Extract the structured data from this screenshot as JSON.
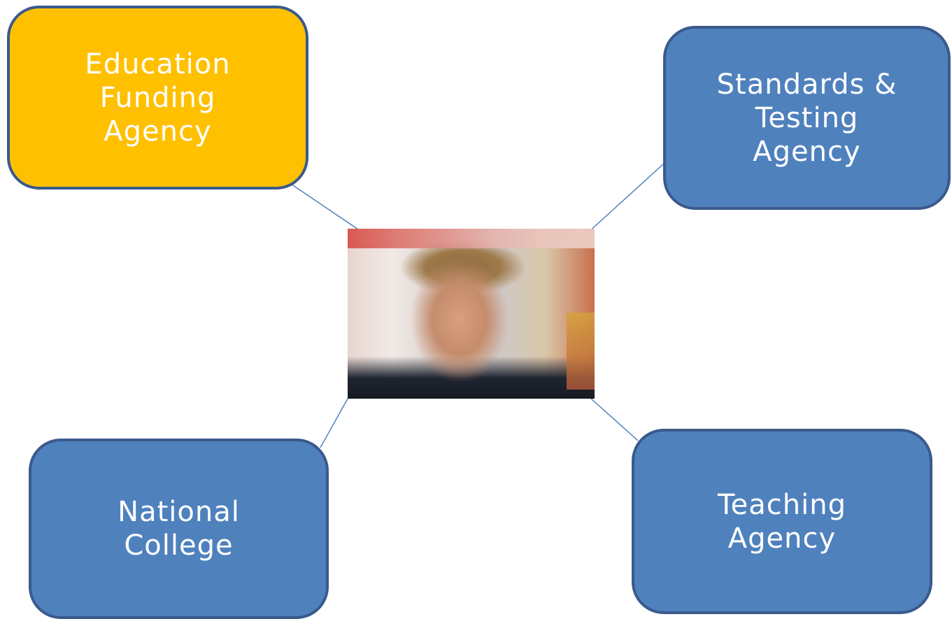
{
  "colors": {
    "primary_box_fill": "#4f81bd",
    "highlight_box_fill": "#ffc000",
    "box_border": "#3a5a8c",
    "connector": "#4f81bd",
    "text": "#ffffff"
  },
  "center": {
    "image": "photo-of-person"
  },
  "nodes": {
    "efa": {
      "label": "Education\nFunding\nAgency",
      "fill": "#ffc000"
    },
    "sta": {
      "label": "Standards &\nTesting\nAgency",
      "fill": "#4f81bd"
    },
    "nc": {
      "label": "National\nCollege",
      "fill": "#4f81bd"
    },
    "ta": {
      "label": "Teaching\nAgency",
      "fill": "#4f81bd"
    }
  }
}
